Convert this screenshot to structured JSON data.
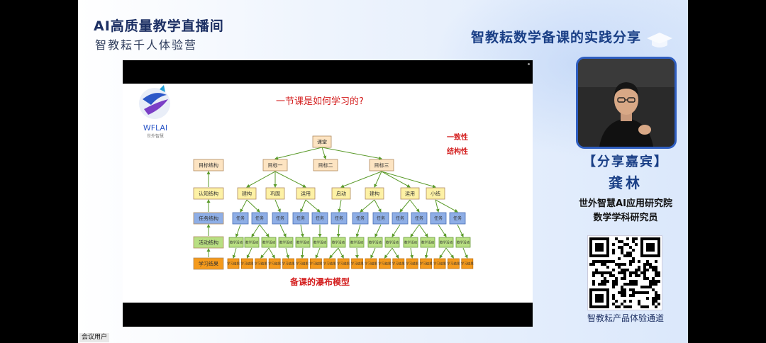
{
  "header": {
    "brand_title": "AI高质量教学直播间",
    "brand_subtitle": "智教耘千人体验营",
    "session_title": "智教耘数学备课的实践分享",
    "cap_icon": "graduation-cap-icon"
  },
  "slide": {
    "logo_text": "WFLAI",
    "logo_sub": "世外智慧",
    "title": "一节课是如何学习的?",
    "note_1": "一致性",
    "note_2": "结构性",
    "root": "课堂",
    "goals": [
      "目标一",
      "目标二",
      "目标三"
    ],
    "cognition": [
      "建构",
      "巩固",
      "运用",
      "启动",
      "建构",
      "运用",
      "小结"
    ],
    "task_label": "任务",
    "activity_label": "数学活动",
    "result_label": "学习结果",
    "row_labels": [
      "目标结构",
      "认知结构",
      "任务结构",
      "活动结构",
      "学习结果"
    ],
    "caption": "备课的瀑布模型",
    "colors": {
      "accent_red": "#d42020",
      "goal_box": "#fde4c2",
      "cog_box": "#fdf1a5",
      "task_box": "#8eaee6",
      "act_box": "#b8df82",
      "res_box": "#f59a1b"
    }
  },
  "speaker": {
    "guest_label": "【分享嘉宾】",
    "guest_name": "龚林",
    "org_line1": "世外智慧AI应用研究院",
    "org_line2": "数学学科研究员"
  },
  "qr": {
    "caption": "智教耘产品体验通道"
  },
  "footer": {
    "user_badge": "会议用户"
  }
}
